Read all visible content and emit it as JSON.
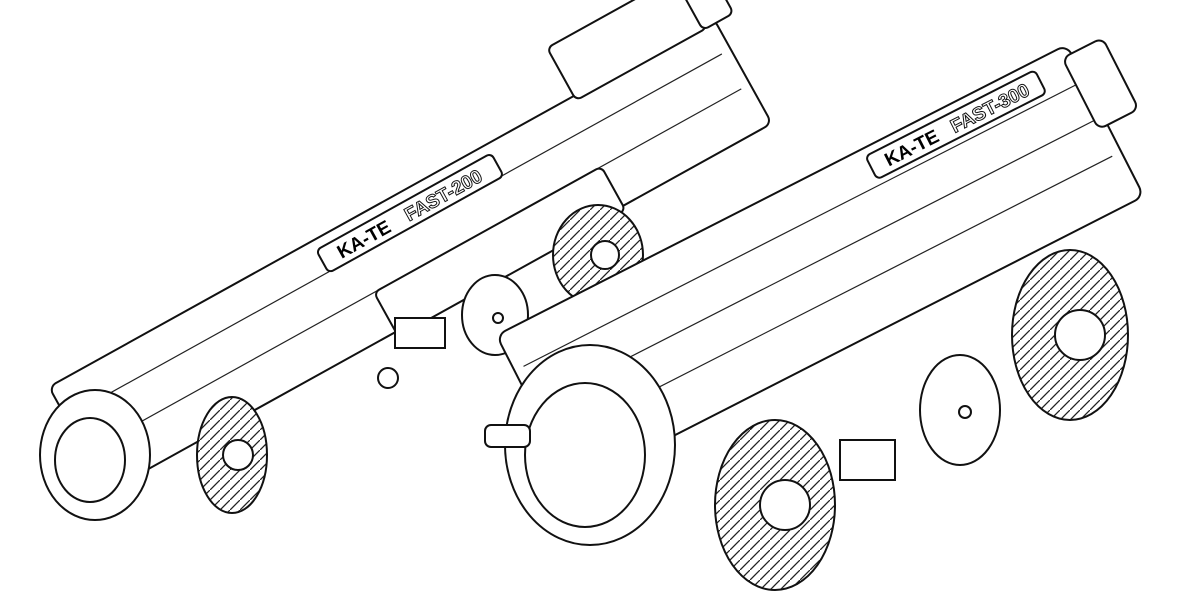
{
  "robots": [
    {
      "brand": "KA-TE",
      "model": "FAST-200"
    },
    {
      "brand": "KA-TE",
      "model": "FAST-300"
    }
  ]
}
